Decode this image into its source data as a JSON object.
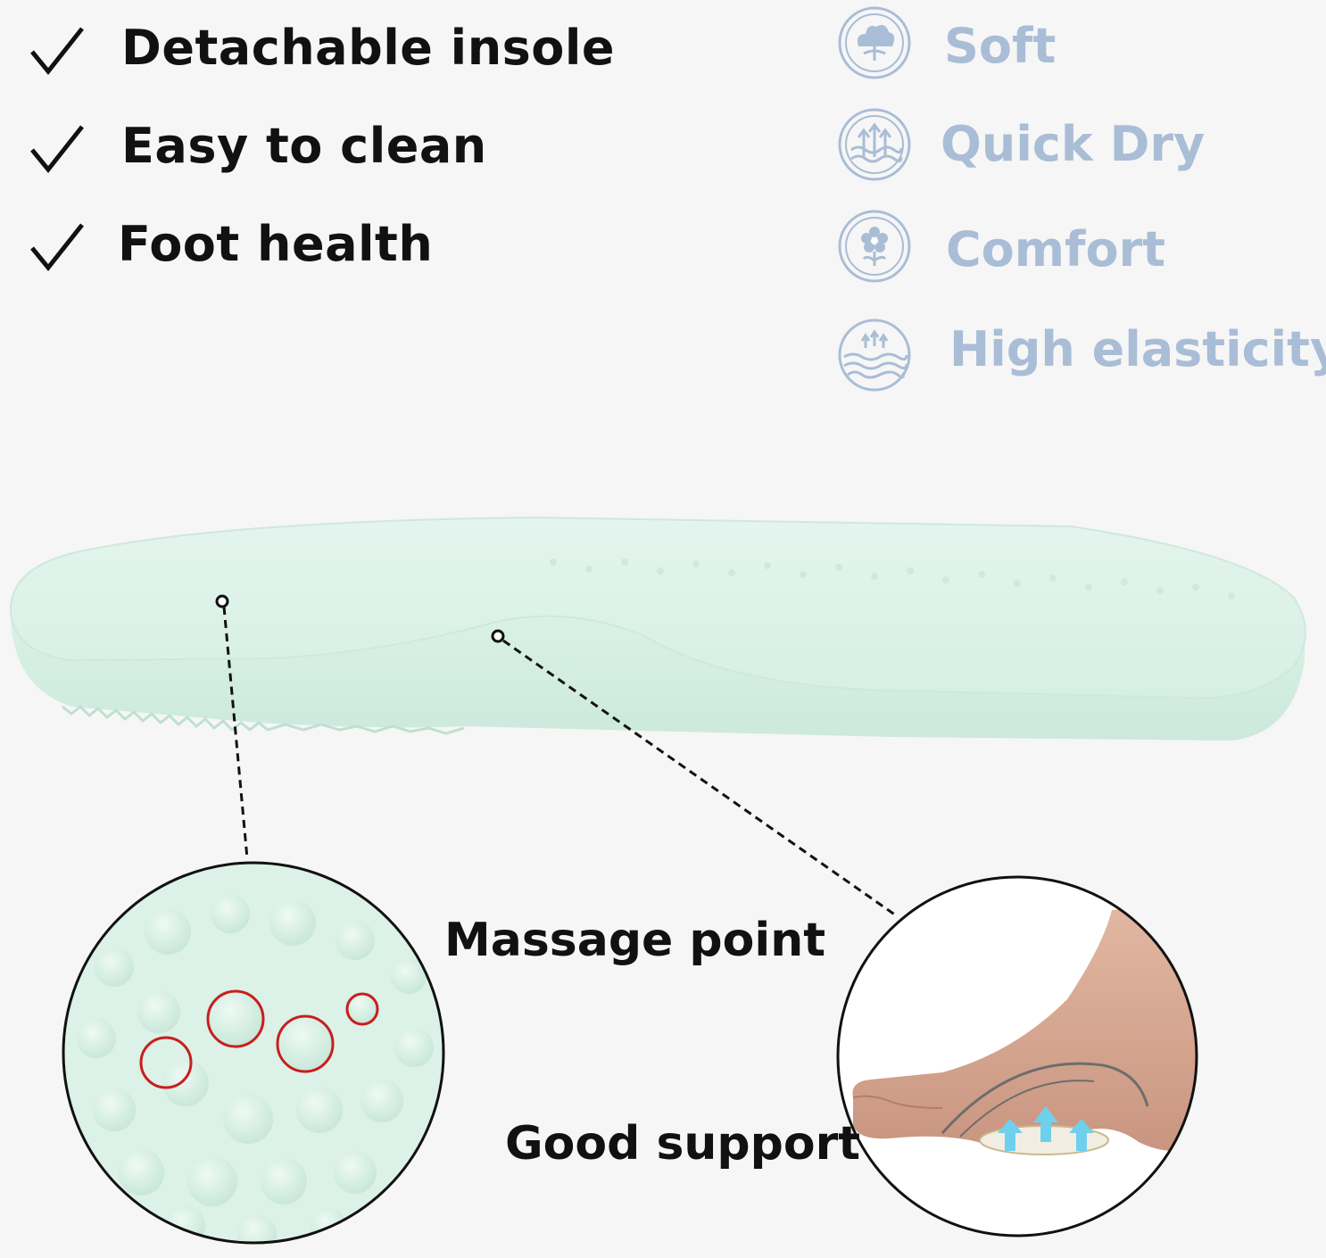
{
  "checklist": [
    {
      "label": "Detachable insole",
      "icon": "checkmark-icon"
    },
    {
      "label": "Easy to clean",
      "icon": "checkmark-icon"
    },
    {
      "label": "Foot health",
      "icon": "checkmark-icon"
    }
  ],
  "features": [
    {
      "label": "Soft",
      "icon": "cotton-icon"
    },
    {
      "label": "Quick Dry",
      "icon": "quick-dry-icon"
    },
    {
      "label": "Comfort",
      "icon": "flower-icon"
    },
    {
      "label": "High elasticity",
      "icon": "elasticity-icon"
    }
  ],
  "callouts": {
    "massage": "Massage point",
    "support": "Good support"
  },
  "colors": {
    "feature_text": "#a9bdd6",
    "insole": "#dff3ea",
    "highlight_ring": "#c81e1e",
    "arrow": "#6fd0ee"
  }
}
